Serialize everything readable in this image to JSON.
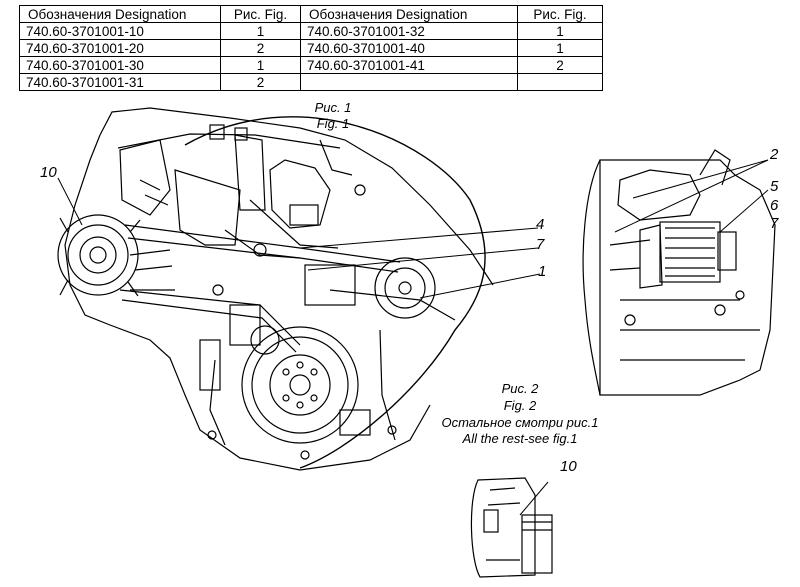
{
  "table": {
    "headers": {
      "designation_left": "Обозначения Designation",
      "fig_left": "Рис. Fig.",
      "designation_right": "Обозначения Designation",
      "fig_right": "Рис. Fig."
    },
    "rows": [
      {
        "left_designation": "740.60-3701001-10",
        "left_fig": "1",
        "right_designation": "740.60-3701001-32",
        "right_fig": "1"
      },
      {
        "left_designation": "740.60-3701001-20",
        "left_fig": "2",
        "right_designation": "740.60-3701001-40",
        "right_fig": "1"
      },
      {
        "left_designation": "740.60-3701001-30",
        "left_fig": "1",
        "right_designation": "740.60-3701001-41",
        "right_fig": "2"
      },
      {
        "left_designation": "740.60-3701001-31",
        "left_fig": "2",
        "right_designation": "",
        "right_fig": ""
      }
    ]
  },
  "captions": {
    "fig1_ru": "Рис. 1",
    "fig1_en": "Fig. 1",
    "fig2_ru": "Рис. 2",
    "fig2_en": "Fig. 2",
    "rest_ru": "Остальное смотри рис.1",
    "rest_en": "All the rest-see fig.1"
  },
  "callouts": {
    "c10_main": "10",
    "c4": "4",
    "c7_main": "7",
    "c1": "1",
    "c2": "2",
    "c5": "5",
    "c6": "6",
    "c7_right": "7",
    "c10_bottom": "10"
  },
  "colors": {
    "line": "#000000",
    "background": "#ffffff",
    "hatch": "#9a9a9a"
  }
}
